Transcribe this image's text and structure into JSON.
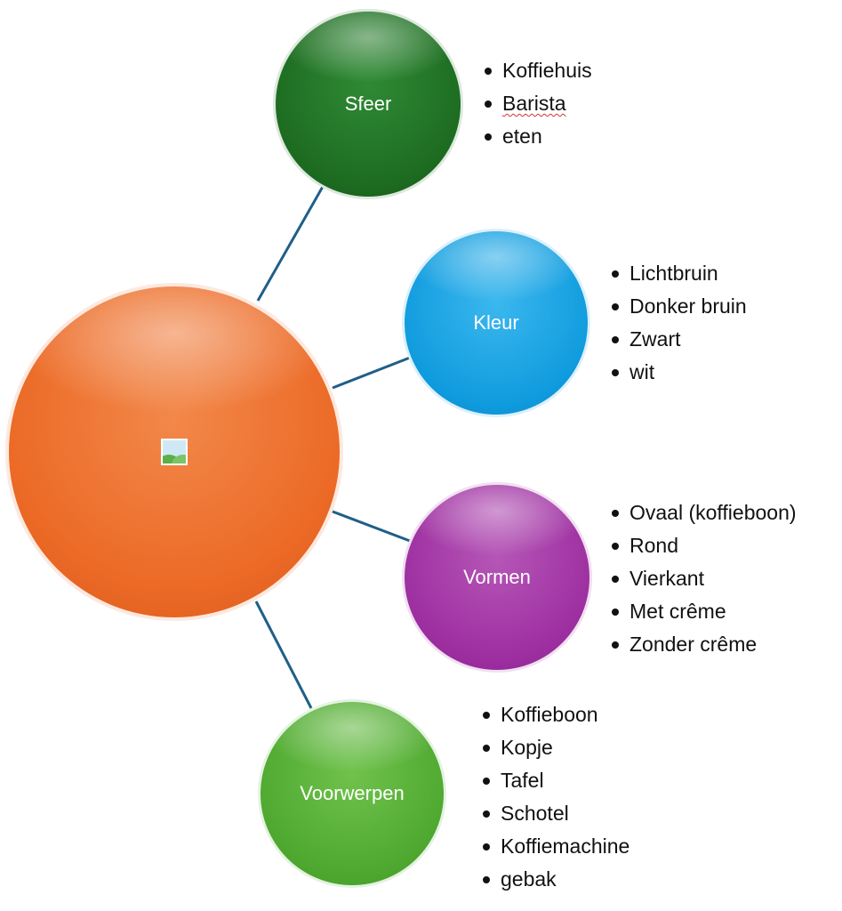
{
  "center": {
    "icon": "image-placeholder-icon"
  },
  "nodes": [
    {
      "id": "sfeer",
      "label": "Sfeer",
      "color": "#1d6b21",
      "items": [
        "Koffiehuis",
        "Barista",
        "eten"
      ]
    },
    {
      "id": "kleur",
      "label": "Kleur",
      "color": "#0f9bde",
      "items": [
        "Lichtbruin",
        "Donker bruin",
        "Zwart",
        "wit"
      ]
    },
    {
      "id": "vormen",
      "label": "Vormen",
      "color": "#9d2ea0",
      "items": [
        "Ovaal (koffieboon)",
        "Rond",
        "Vierkant",
        "Met crême",
        "Zonder crême"
      ]
    },
    {
      "id": "voorwerpen",
      "label": "Voorwerpen",
      "color": "#4ea82f",
      "items": [
        "Koffieboon",
        "Kopje",
        "Tafel",
        "Schotel",
        "Koffiemachine",
        "gebak"
      ]
    }
  ],
  "colors": {
    "center": "#ec6a26",
    "connector": "#1f5f88"
  }
}
